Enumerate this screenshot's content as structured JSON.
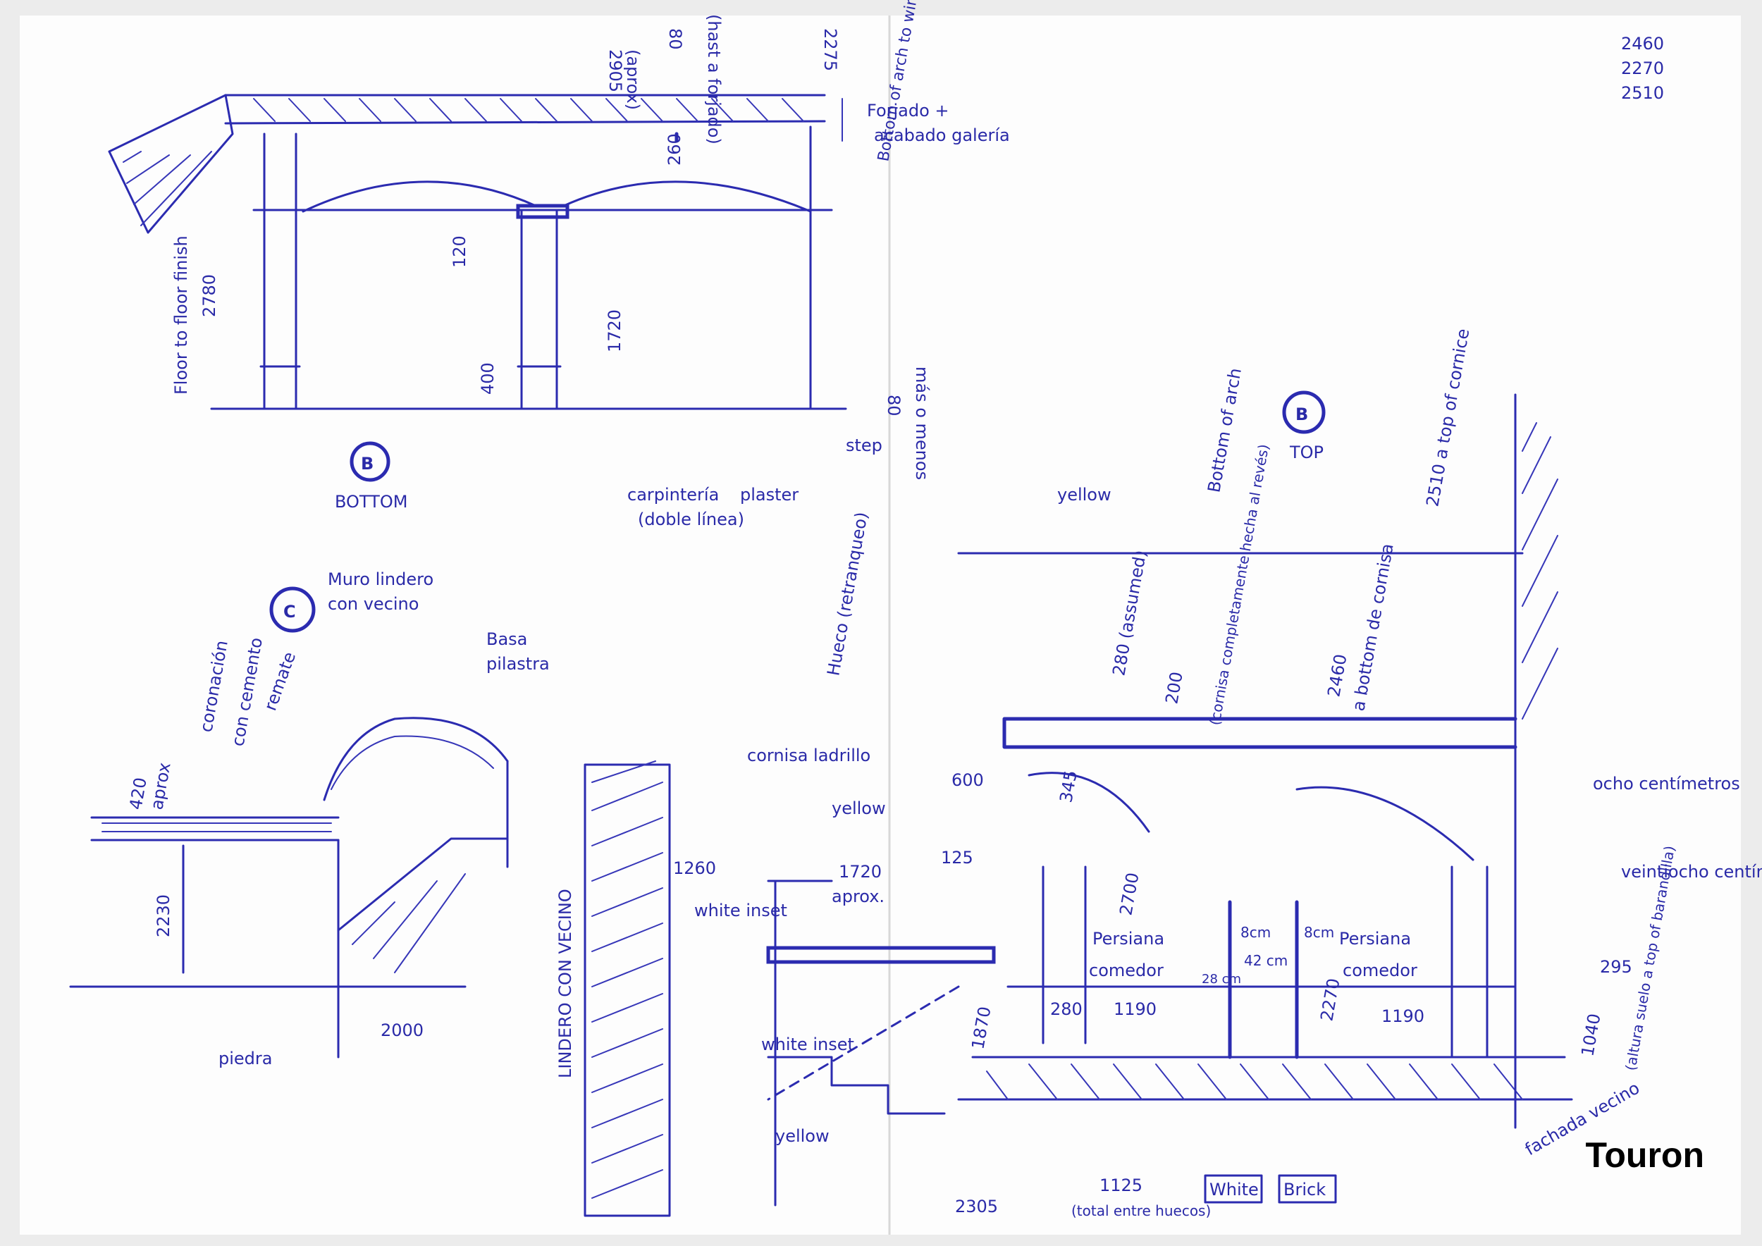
{
  "labels": {
    "top_right_1": "2460",
    "top_right_2": "2270",
    "top_right_3": "2510",
    "forjado": "Forjado +",
    "acabado": "acabado galería",
    "dim_2905": "2905",
    "dim_2905b": "(aprox)",
    "dim_80": "80",
    "dim_80_note": "(hast a forjado)",
    "dim_2275": "2275",
    "dim_260": "260",
    "dim_120": "120",
    "dim_2780": "2780",
    "floor_to_floor": "Floor to floor finish",
    "dim_1720_top": "1720",
    "dim_400": "400",
    "bottom_arch_note": "Bottom of arch to window frame. The frame is a bit lower than the capitel de la pilastra. About 2cm lower.",
    "dim_80_step": "80",
    "mas_menos": "más o menos",
    "step": "step",
    "circle_b1": "B",
    "bottom_label": "BOTTOM",
    "carpinteria": "carpintería",
    "doble_linea": "(doble línea)",
    "plaster": "plaster",
    "basa": "Basa",
    "pilastra": "pilastra",
    "circle_c": "C",
    "muro_lindero": "Muro lindero",
    "con_vecino": "con vecino",
    "dim_420": "420",
    "aprox_420": "aprox",
    "coronacion": "coronación",
    "con_cemento": "con cemento",
    "remate": "remate",
    "dim_2230": "2230",
    "piedra": "piedra",
    "dim_2000": "2000",
    "circle_b2": "B",
    "top_label": "TOP",
    "yellow_1": "yellow",
    "bottom_of_arch": "Bottom of arch",
    "to_top_of_cornice": "2510 a top of cornice",
    "hueco_retranqueo": "Hueco (retranqueo)",
    "dim_280_assumed": "280 (assumed)",
    "dim_200": "200",
    "cornice_note": "(cornisa completamente hecha al revés)",
    "dim_2460": "2460",
    "to_bottom_cornice": "a bottom de cornisa",
    "cornisa_ladrillo": "cornisa ladrillo",
    "dim_600": "600",
    "dim_345": "345",
    "yellow_2": "yellow",
    "ocho": "ocho centímetros",
    "dim_1260": "1260",
    "dim_1720": "1720",
    "dim_125": "125",
    "aprox": "aprox.",
    "white_inset_1": "white inset",
    "dim_2700": "2700",
    "veintiocho": "veintiocho centímetros",
    "persiana_1": "Persiana",
    "comedor_1": "comedor",
    "dim_8cm_1": "8cm",
    "dim_42cm": "42 cm",
    "dim_8cm_2": "8cm",
    "dim_28cm": "28 cm",
    "persiana_2": "Persiana",
    "comedor_2": "comedor",
    "dim_2270": "2270",
    "dim_295": "295",
    "dim_1870": "1870",
    "dim_280": "280",
    "dim_1190_a": "1190",
    "dim_1190_b": "1190",
    "dim_1040": "1040",
    "altura": "(altura suelo a top of barandilla)",
    "lindero": "LINDERO CON VECINO",
    "white_inset_2": "white inset",
    "yellow_3": "yellow",
    "fachada": "fachada vecino",
    "dim_2305": "2305",
    "dim_1125": "1125",
    "total_entre": "(total entre huecos)",
    "white_box": "White",
    "brick_box": "Brick"
  },
  "brand": "Touron",
  "colors": {
    "ink": "#2b2bb0",
    "paper": "#ececec"
  }
}
